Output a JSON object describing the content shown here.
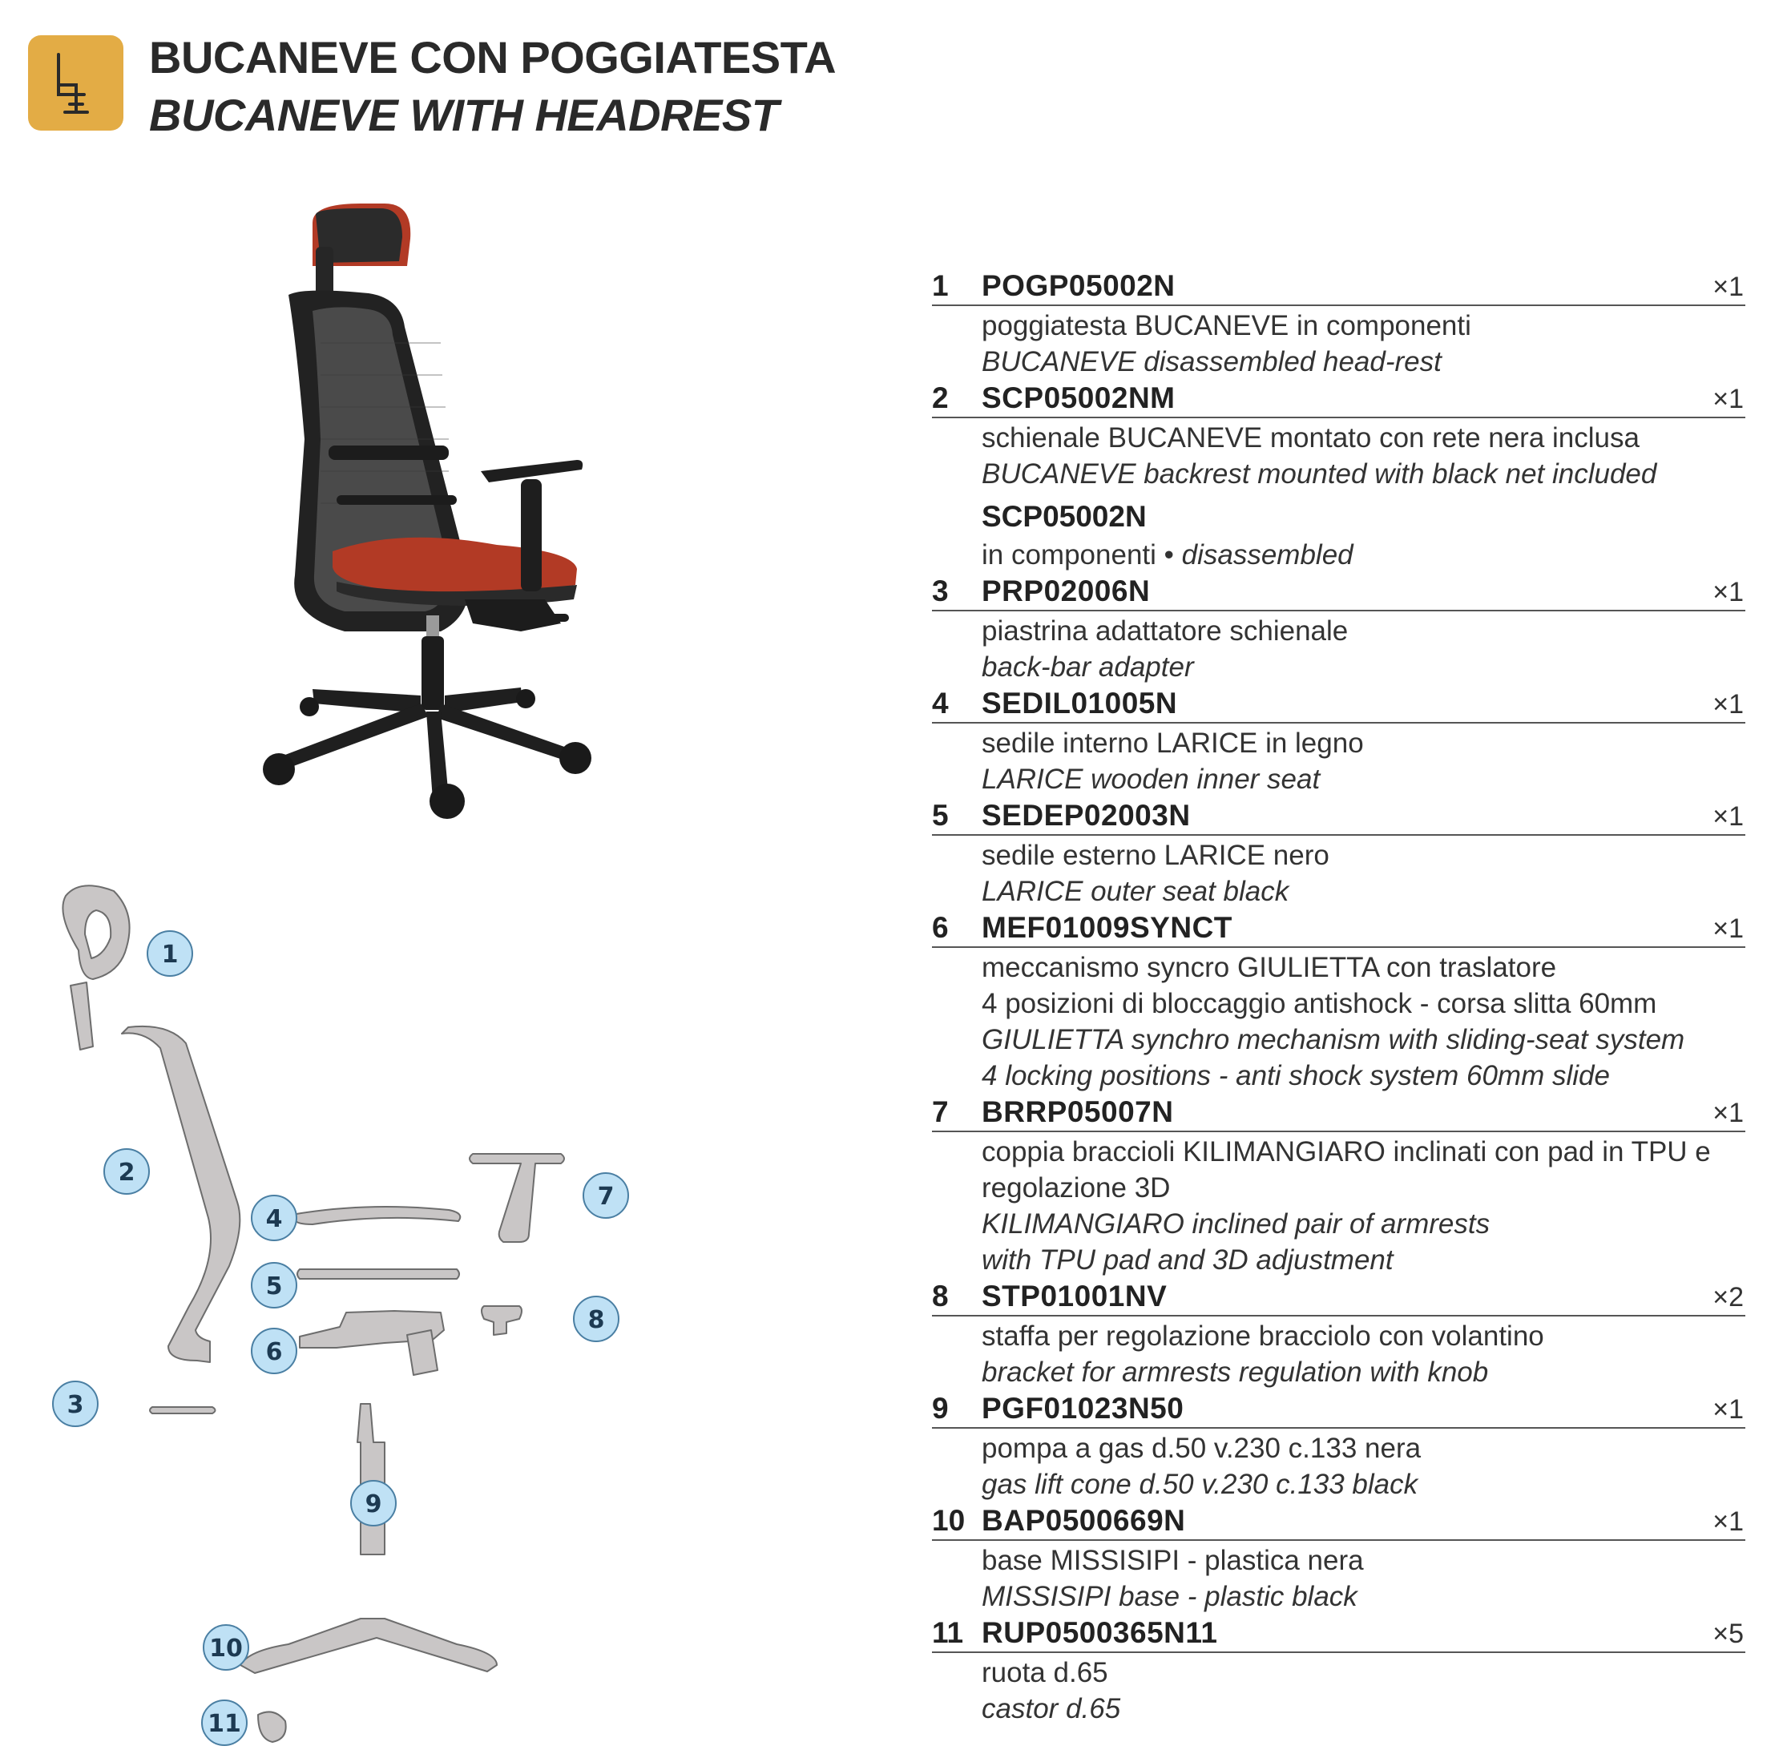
{
  "header": {
    "title_it": "BUCANEVE CON POGGIATESTA",
    "title_en": "BUCANEVE WITH HEADREST",
    "icon": "chair-icon",
    "accent_color": "#e3ac45"
  },
  "colors": {
    "callout_fill": "#bfe1f5",
    "callout_stroke": "#4a7fa3",
    "part_fill": "#c9c6c6",
    "part_stroke": "#6d6d6d",
    "fabric": "#b23a25",
    "frame": "#1e1e1e"
  },
  "callouts": [
    "1",
    "2",
    "3",
    "4",
    "5",
    "6",
    "7",
    "8",
    "9",
    "10",
    "11"
  ],
  "parts": [
    {
      "num": "1",
      "code": "POGP05002N",
      "qty": "×1",
      "it": [
        "poggiatesta BUCANEVE in componenti"
      ],
      "en": [
        "BUCANEVE disassembled head-rest"
      ]
    },
    {
      "num": "2",
      "code": "SCP05002NM",
      "qty": "×1",
      "it": [
        "schienale BUCANEVE montato con rete nera inclusa"
      ],
      "en": [
        "BUCANEVE backrest mounted with black net included"
      ],
      "sub": {
        "code": "SCP05002N",
        "it": "in componenti • ",
        "en": "disassembled"
      }
    },
    {
      "num": "3",
      "code": "PRP02006N",
      "qty": "×1",
      "it": [
        "piastrina adattatore schienale"
      ],
      "en": [
        "back-bar adapter"
      ]
    },
    {
      "num": "4",
      "code": "SEDIL01005N",
      "qty": "×1",
      "it": [
        "sedile interno LARICE in legno"
      ],
      "en": [
        "LARICE wooden inner seat"
      ]
    },
    {
      "num": "5",
      "code": "SEDEP02003N",
      "qty": "×1",
      "it": [
        "sedile esterno LARICE nero"
      ],
      "en": [
        "LARICE outer seat black"
      ]
    },
    {
      "num": "6",
      "code": "MEF01009SYNCT",
      "qty": "×1",
      "it": [
        "meccanismo syncro GIULIETTA con traslatore",
        "4 posizioni di bloccaggio antishock - corsa slitta 60mm"
      ],
      "en": [
        "GIULIETTA synchro mechanism with sliding-seat system",
        "4 locking positions - anti shock system 60mm slide"
      ]
    },
    {
      "num": "7",
      "code": "BRRP05007N",
      "qty": "×1",
      "it": [
        "coppia braccioli KILIMANGIARO inclinati con pad in TPU e",
        "regolazione 3D"
      ],
      "en": [
        "KILIMANGIARO inclined pair of armrests",
        "with TPU pad and 3D adjustment"
      ]
    },
    {
      "num": "8",
      "code": "STP01001NV",
      "qty": "×2",
      "it": [
        "staffa per regolazione bracciolo con volantino"
      ],
      "en": [
        "bracket for armrests regulation with knob"
      ]
    },
    {
      "num": "9",
      "code": "PGF01023N50",
      "qty": "×1",
      "it": [
        "pompa a gas d.50 v.230 c.133 nera"
      ],
      "en": [
        "gas lift cone d.50 v.230 c.133  black"
      ]
    },
    {
      "num": "10",
      "code": "BAP0500669N",
      "qty": "×1",
      "it": [
        "base MISSISIPI - plastica nera"
      ],
      "en": [
        "MISSISIPI base - plastic black"
      ]
    },
    {
      "num": "11",
      "code": "RUP0500365N11",
      "qty": "×5",
      "it": [
        "ruota d.65"
      ],
      "en": [
        "castor d.65"
      ]
    }
  ]
}
